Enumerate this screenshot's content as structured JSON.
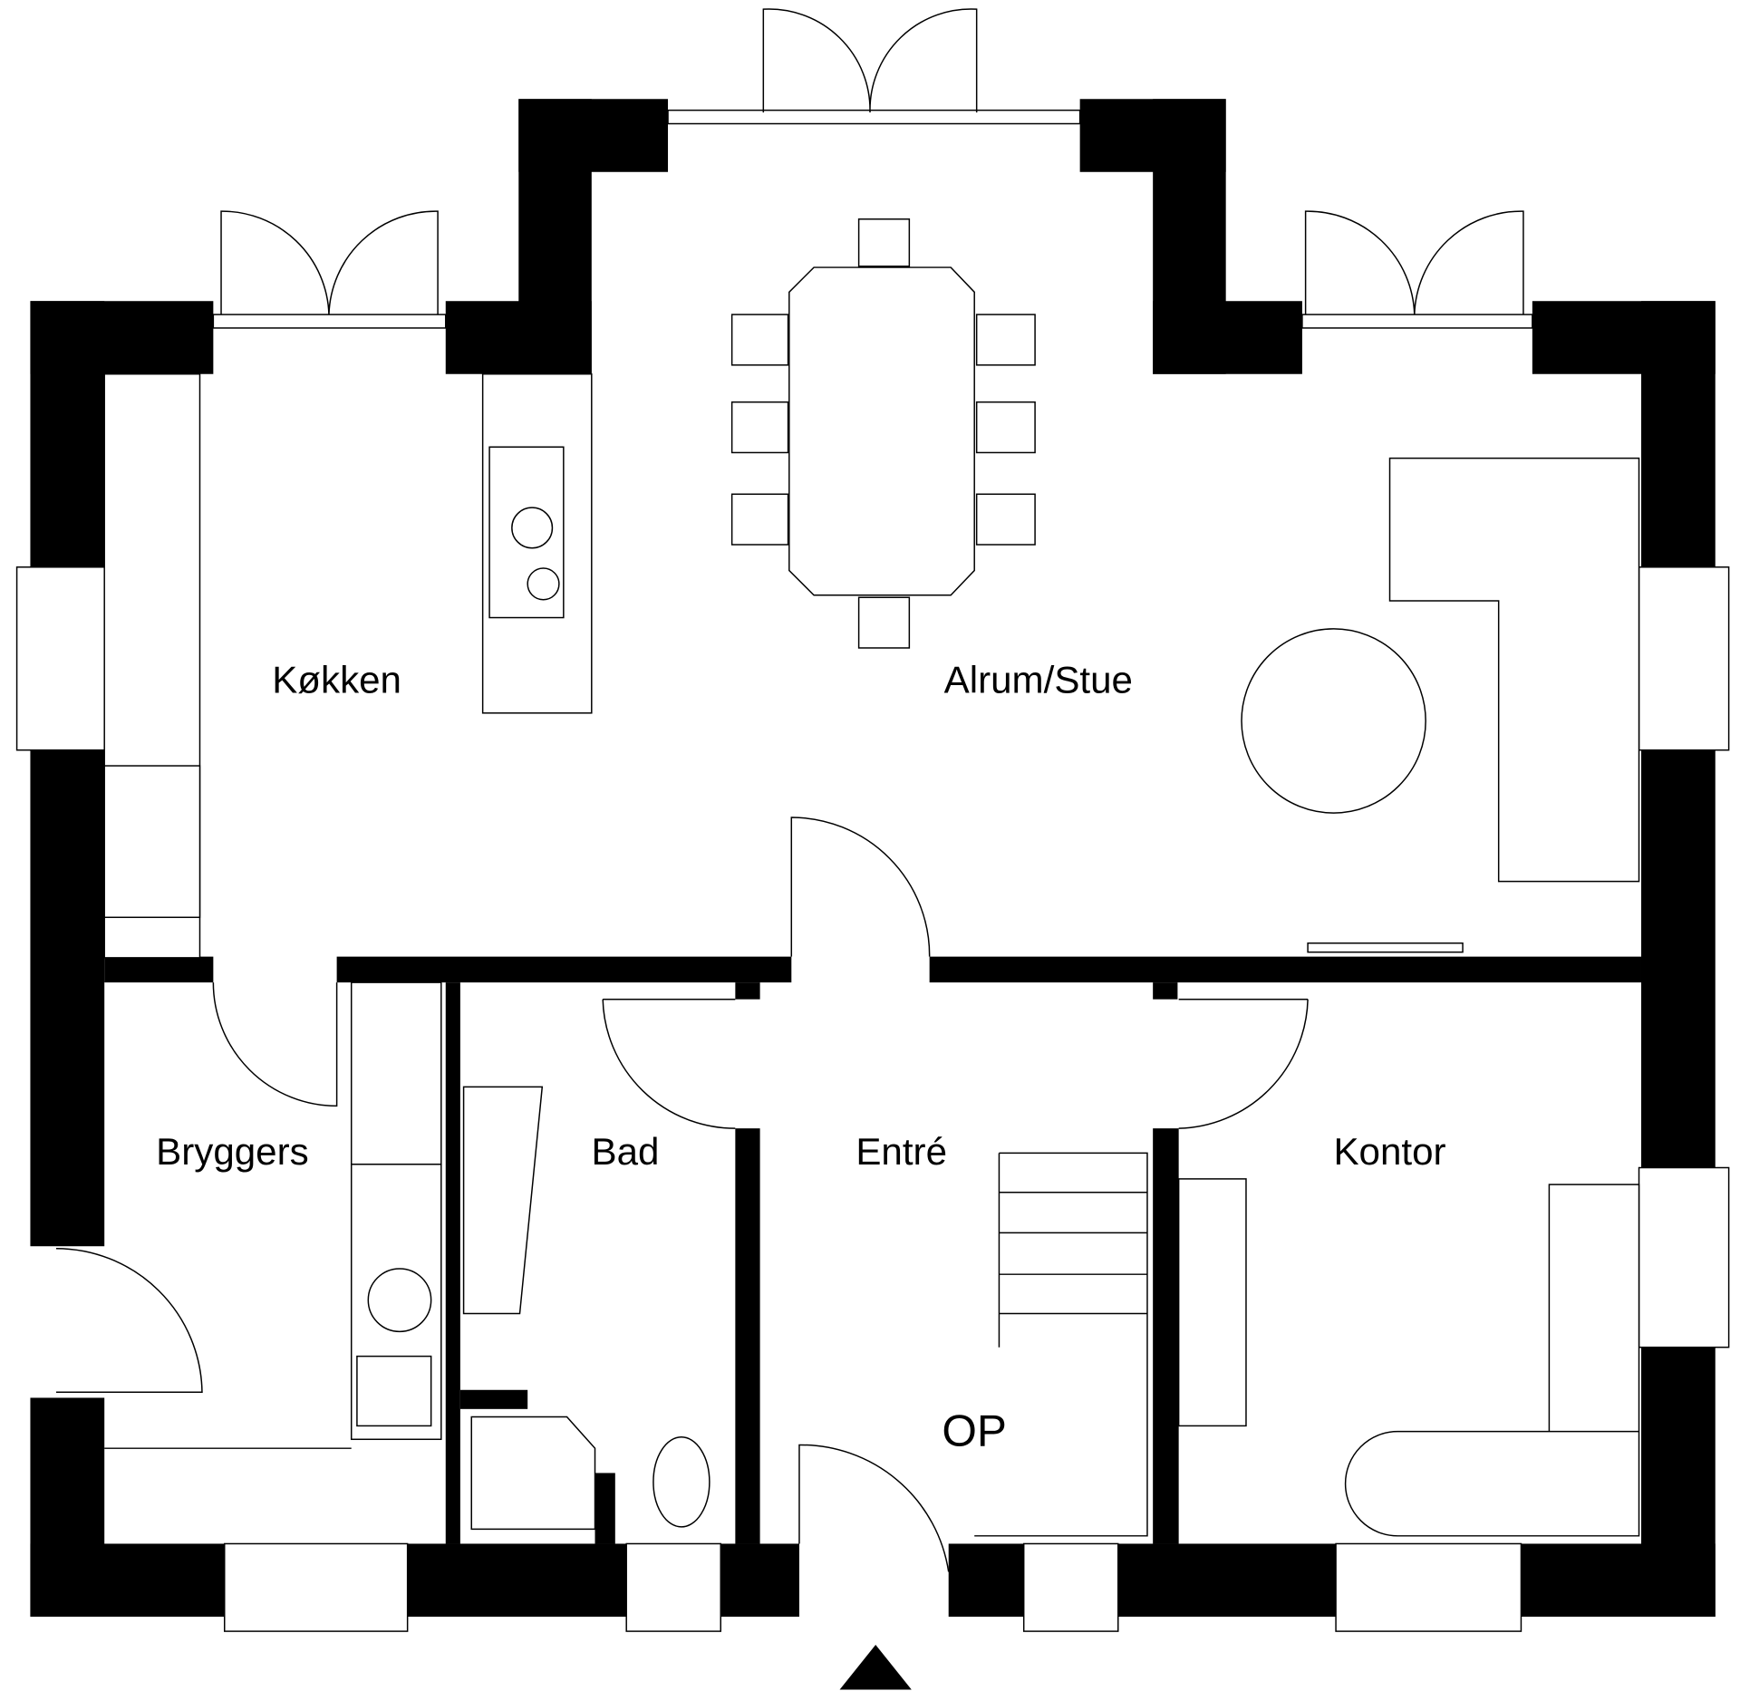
{
  "rooms": {
    "kitchen": "Køkken",
    "living": "Alrum/Stue",
    "utility": "Bryggers",
    "bath": "Bad",
    "entrance": "Entré",
    "office": "Kontor"
  },
  "stair_label": "OP",
  "entrance_marker": "north-entrance-triangle"
}
